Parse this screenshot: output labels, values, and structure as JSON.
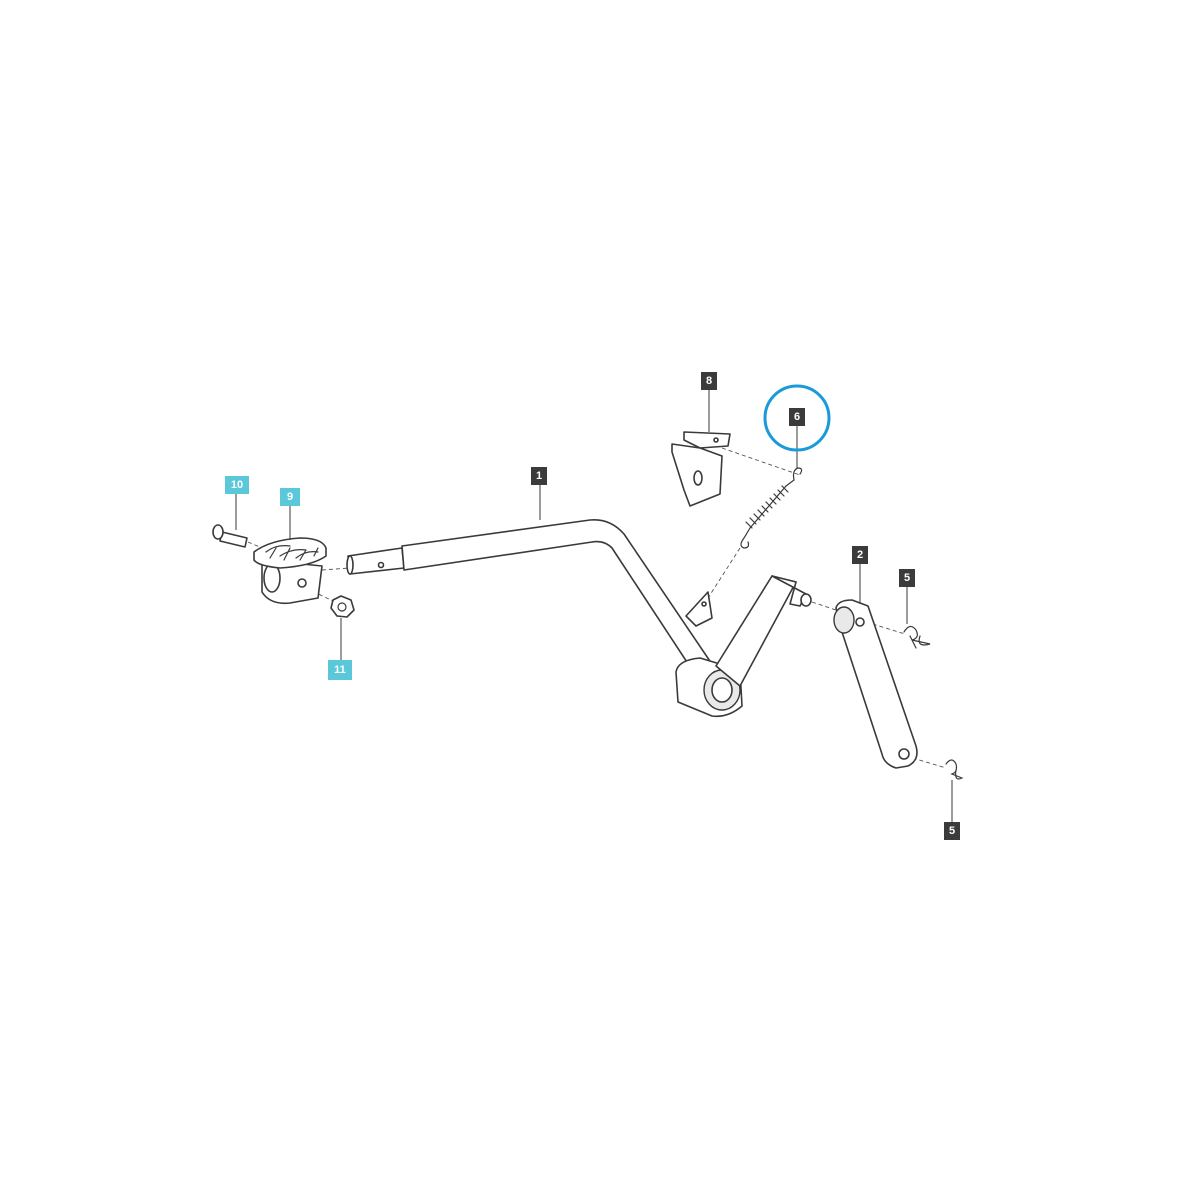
{
  "colors": {
    "callout_dark": "#3b3b3b",
    "callout_cyan": "#5bc8da",
    "highlight_ring": "#1a9ad8"
  },
  "callouts": [
    {
      "id": "1",
      "label": "1",
      "style": "dark"
    },
    {
      "id": "2",
      "label": "2",
      "style": "dark"
    },
    {
      "id": "5a",
      "label": "5",
      "style": "dark"
    },
    {
      "id": "5b",
      "label": "5",
      "style": "dark"
    },
    {
      "id": "6",
      "label": "6",
      "style": "dark",
      "highlighted": true
    },
    {
      "id": "8",
      "label": "8",
      "style": "dark"
    },
    {
      "id": "9",
      "label": "9",
      "style": "cyan"
    },
    {
      "id": "10",
      "label": "10",
      "style": "cyan"
    },
    {
      "id": "11",
      "label": "11",
      "style": "cyan"
    }
  ]
}
